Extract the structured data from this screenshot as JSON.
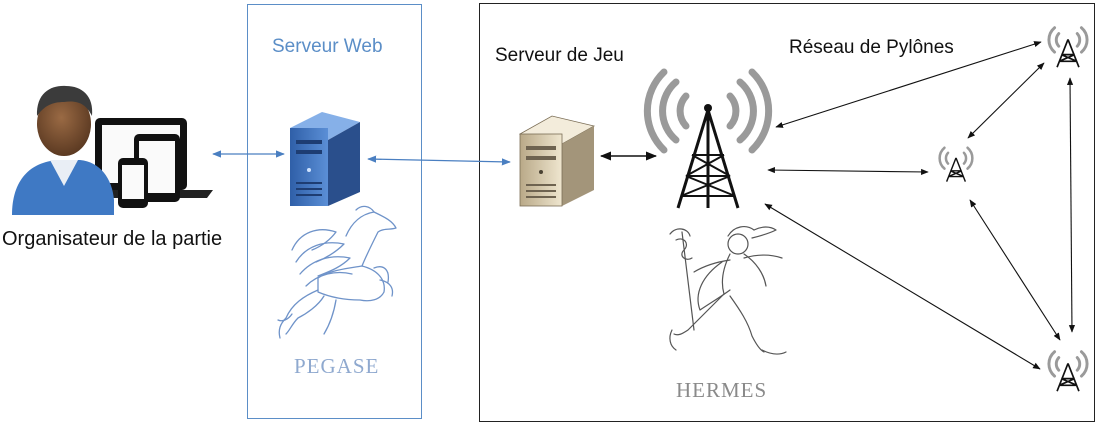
{
  "labels": {
    "organizer": "Organisateur de la partie",
    "web_server": "Serveur Web",
    "pegase": "PEGASE",
    "game_server": "Serveur de Jeu",
    "tower_network": "Réseau de Pylônes",
    "hermes": "HERMES"
  },
  "icons": {
    "user": "user-with-devices-icon",
    "web_server": "server-tower-icon",
    "game_server": "server-tower-icon",
    "main_tower": "radio-tower-icon",
    "pegasus": "pegasus-drawing",
    "hermes": "hermes-drawing"
  },
  "colors": {
    "web_box_border": "#5b8ec7",
    "game_box_border": "#222222",
    "blue_arrow": "#4a7fc1",
    "black_arrow": "#111111",
    "web_server_body": "#3f6fb8",
    "game_server_body": "#d8ccb0",
    "label_blue": "#5b8ec7",
    "label_grey": "#8a8a8a"
  }
}
